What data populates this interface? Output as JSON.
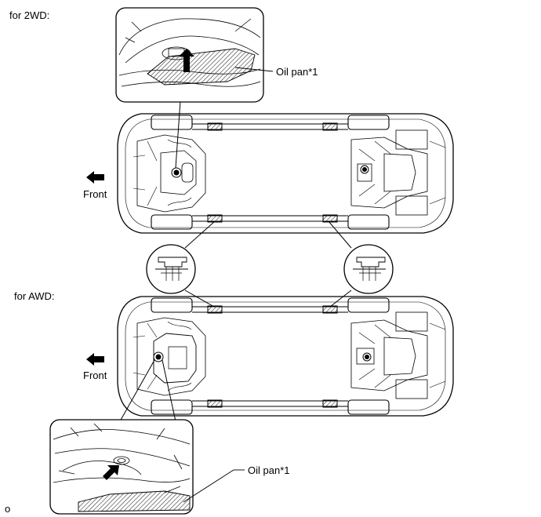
{
  "labels": {
    "section_2wd": "for 2WD:",
    "section_awd": "for AWD:",
    "front_top": "Front",
    "front_bottom": "Front",
    "oil_pan_top": "Oil pan*1",
    "oil_pan_bottom": "Oil pan*1",
    "corner_mark": "o"
  },
  "icons": {
    "front_arrow": "left-arrow-icon",
    "drain_plug": "drain-plug-icon",
    "lift_point": "hatched-lift-point-icon"
  },
  "colors": {
    "line": "#000000",
    "background": "#ffffff",
    "hatch": "#555555"
  }
}
